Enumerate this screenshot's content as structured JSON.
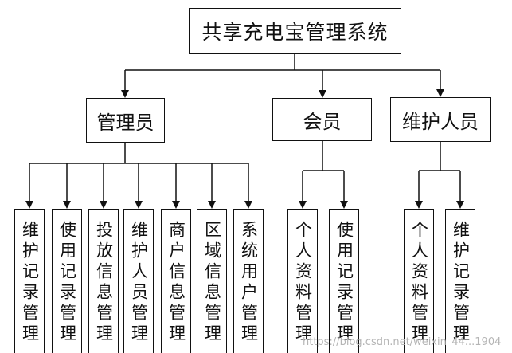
{
  "root": {
    "label": "共享充电宝管理系统"
  },
  "roles": [
    {
      "label": "管理员",
      "children": [
        "维护记录管理",
        "使用记录管理",
        "投放信息管理",
        "维护人员管理",
        "商户信息管理",
        "区域信息管理",
        "系统用户管理"
      ]
    },
    {
      "label": "会员",
      "children": [
        "个人资料管理",
        "使用记录管理"
      ]
    },
    {
      "label": "维护人员",
      "children": [
        "个人资料管理",
        "维护记录管理"
      ]
    }
  ],
  "watermark": "https://blog.csdn.net/weixin_44...1904"
}
